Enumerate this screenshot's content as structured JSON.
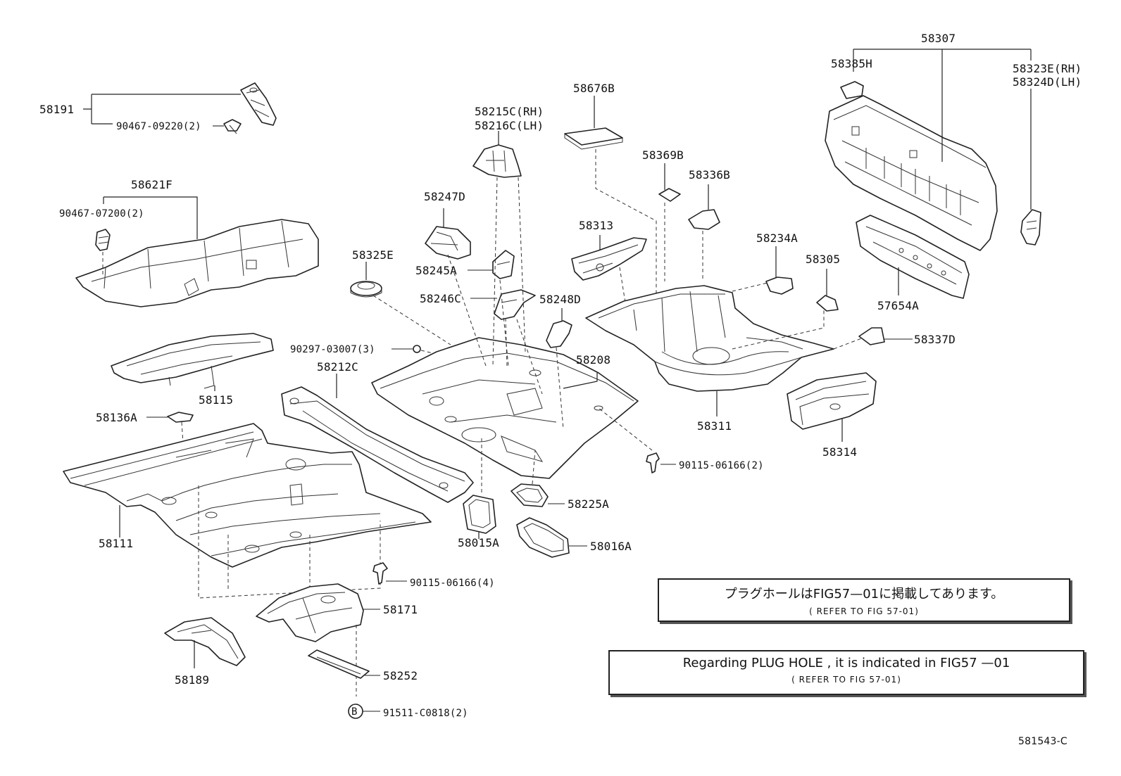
{
  "figure_code": "581543-C",
  "notes": {
    "jp_text": "プラグホールはFIG57—01に掲載してあります。",
    "jp_ref": "( REFER TO FIG 57-01)",
    "en_text": "Regarding  PLUG HOLE , it is  indicated in FIG57 —01",
    "en_ref": "( REFER TO FIG 57-01)"
  },
  "parts": {
    "p58191": "58191",
    "p90467_09220": "90467-09220(2)",
    "p58621F": "58621F",
    "p90467_07200": "90467-07200(2)",
    "p58115": "58115",
    "p58136A": "58136A",
    "p58111": "58111",
    "p58212C": "58212C",
    "p90297_03007": "90297-03007(3)",
    "p58325E": "58325E",
    "p58247D": "58247D",
    "p58245A": "58245A",
    "p58246C": "58246C",
    "p58248D": "58248D",
    "p58215C": "58215C(RH)",
    "p58216C": "58216C(LH)",
    "p58676B": "58676B",
    "p58208": "58208",
    "p58369B": "58369B",
    "p58336B": "58336B",
    "p58313": "58313",
    "p58234A": "58234A",
    "p58305": "58305",
    "p58311": "58311",
    "p58337D": "58337D",
    "p58314": "58314",
    "p58307": "58307",
    "p58385H": "58385H",
    "p58323E": "58323E(RH)",
    "p58324D": "58324D(LH)",
    "p57654A": "57654A",
    "p90115_06166_2": "90115-06166(2)",
    "p58225A": "58225A",
    "p58015A": "58015A",
    "p58016A": "58016A",
    "p90115_06166_4": "90115-06166(4)",
    "p58171": "58171",
    "p58189": "58189",
    "p58252": "58252",
    "p91511_C0818": "91511-C0818(2)",
    "b_marker": "B"
  }
}
